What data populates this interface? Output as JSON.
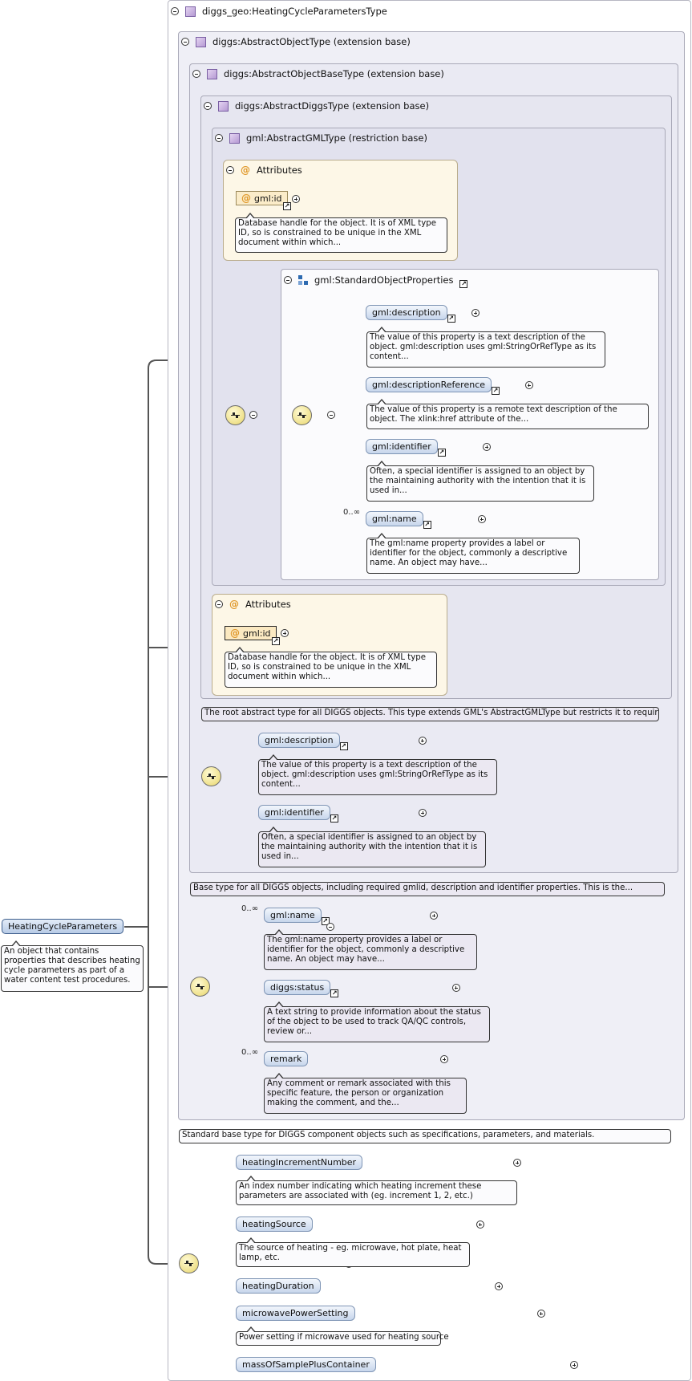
{
  "root": {
    "name": "HeatingCycleParameters",
    "doc": "An object that contains properties that describes heating cycle parameters as part of a water content test procedures."
  },
  "types": {
    "t0": "diggs_geo:HeatingCycleParametersType",
    "t1": "diggs:AbstractObjectType (extension base)",
    "t2": "diggs:AbstractObjectBaseType (extension base)",
    "t3": "diggs:AbstractDiggsType (extension base)",
    "t4": "gml:AbstractGMLType (restriction base)"
  },
  "attributes": {
    "label": "Attributes",
    "gml_id": "gml:id",
    "gml_id_doc": "Database handle for the object. It is of XML type ID, so is constrained to be unique in the XML document within which..."
  },
  "group": {
    "name": "gml:StandardObjectProperties"
  },
  "elements": {
    "description": "gml:description",
    "description_doc": "The value of this property is a text description of the object. gml:description uses gml:StringOrRefType as its content...",
    "descriptionReference": "gml:descriptionReference",
    "descriptionReference_doc": "The value of this property is a remote text description of the object. The xlink:href attribute of the...",
    "identifier": "gml:identifier",
    "identifier_doc": "Often, a special identifier is assigned to an object by the maintaining authority with the intention that it is used in...",
    "name": "gml:name",
    "name_doc": "The gml:name property provides a label or identifier for the object, commonly a descriptive name. An object may have...",
    "status": "diggs:status",
    "status_doc": "A text string to provide information about the status of the object to be used to track QA/QC controls, review or...",
    "remark": "remark",
    "remark_doc": "Any comment or remark associated with this specific feature, the person or organization making the comment, and the..."
  },
  "type_docs": {
    "diggs": "The root abstract type for all DIGGS objects. This type extends GML's AbstractGMLType but restricts it to require a...",
    "base": "Base type for all DIGGS objects, including required gmlid, description and identifier properties. This is the...",
    "object": "Standard base type for DIGGS component objects such as specifications, parameters, and materials."
  },
  "own_elements": {
    "hin": "heatingIncrementNumber",
    "hin_doc": "An index number indicating which heating increment these parameters are associated with (eg. increment 1, 2, etc.)",
    "hs": "heatingSource",
    "hs_doc": "The source of heating - eg. microwave, hot plate, heat lamp, etc.",
    "hd": "heatingDuration",
    "mps": "microwavePowerSetting",
    "mps_doc": "Power setting if microwave used for heating source",
    "mospc": "massOfSamplePlusContainer"
  },
  "cardinality": {
    "unbounded": "0..∞"
  }
}
